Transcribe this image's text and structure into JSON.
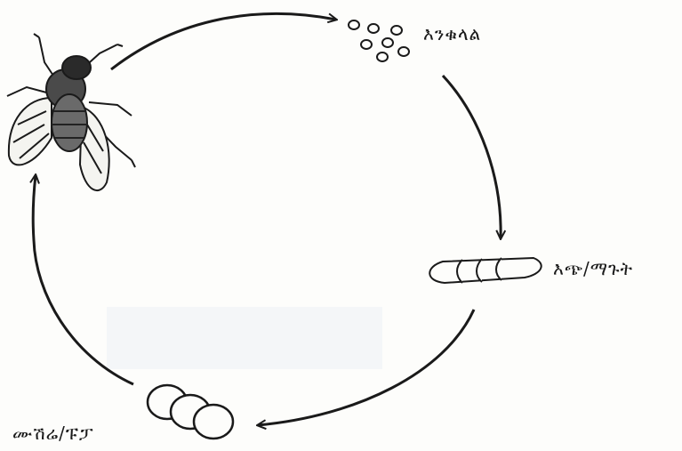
{
  "diagram": {
    "stages": {
      "eggs": {
        "label": "እንቁላል"
      },
      "larva": {
        "label": "እጭ/ማጉት"
      },
      "pupa": {
        "label": "ሙሽሬ/ፑፓ"
      }
    },
    "ink_color": "#1a1a1a",
    "icons": [
      "fly-icon",
      "eggs-icon",
      "larva-icon",
      "pupa-icon"
    ]
  }
}
